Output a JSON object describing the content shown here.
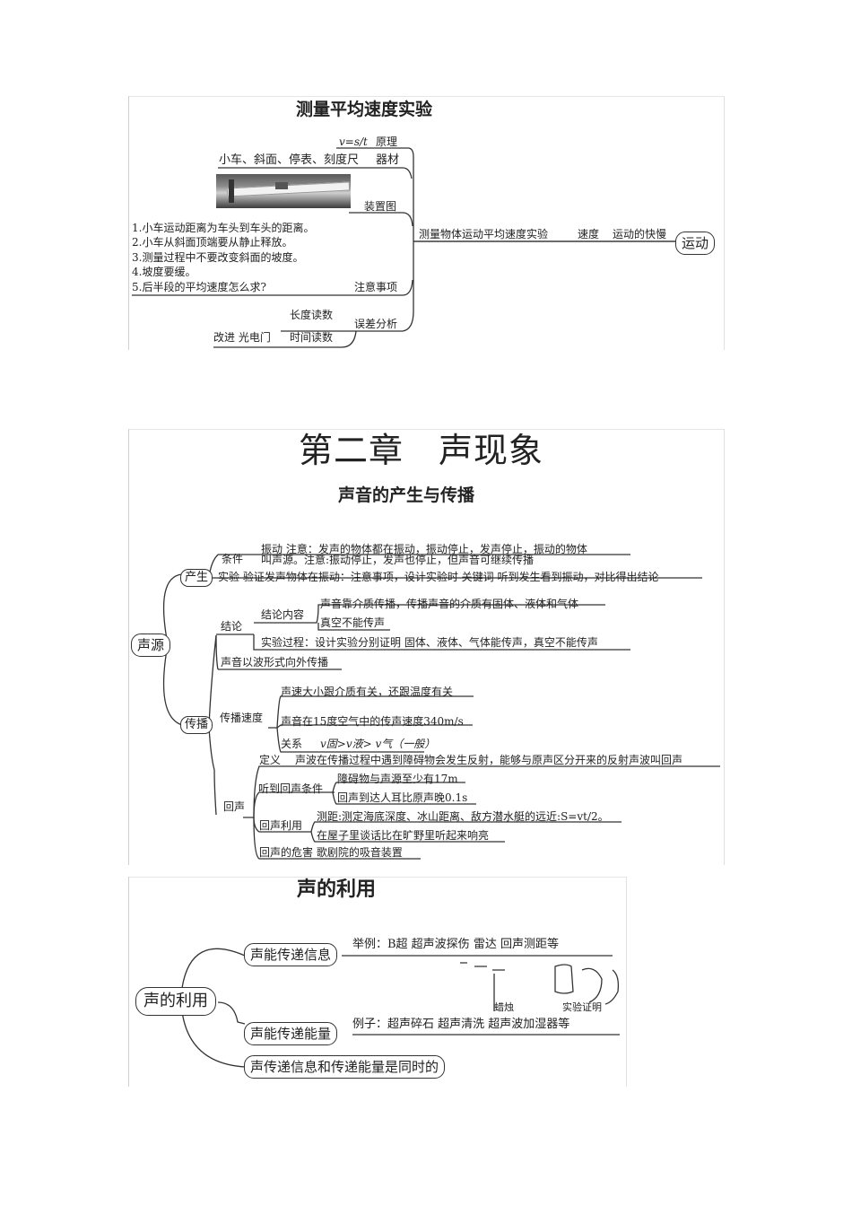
{
  "panel1": {
    "title": "测量平均速度实验",
    "formula": "v=s/t",
    "principle": "原理",
    "equipment_items": "小车、斜面、停表、刻度尺",
    "equipment": "器材",
    "apparatus": "装置图",
    "notes": [
      "1.小车运动距离为车头到车头的距离。",
      "2.小车从斜面顶端要从静止释放。",
      "3.测量过程中不要改变斜面的坡度。",
      "4.坡度要缓。",
      "5.后半段的平均速度怎么求?"
    ],
    "notes_label": "注意事项",
    "length_reading": "长度读数",
    "error_analysis": "误差分析",
    "improve": "改进 光电门",
    "time_reading": "时间读数",
    "center_text": "测量物体运动平均速度实验",
    "speed": "速度",
    "speed_desc": "运动的快慢",
    "root": "运动"
  },
  "panel2": {
    "chapter": "第二章　声现象",
    "subtitle": "声音的产生与传播",
    "root": "声源",
    "produce": "产生",
    "condition": "条件",
    "cond_line1": "振动 注意：发声的物体都在振动，振动停止，发声停止，振动的物体",
    "cond_line2": "叫声源。注意:振动停止，发声也停止，但声音可继续传播",
    "experiment": "实验 验证发声物体在振动：注意事项，设计实验时 关键词 听到发生看到振动，对比得出结论",
    "propagate": "传播",
    "conclusion": "结论",
    "conclusion_content": "结论内容",
    "medium": "声音靠介质传播，传播声音的介质有固体、液体和气体",
    "vacuum": "真空不能传声",
    "process": "实验过程：设计实验分别证明 固体、液体、气体能传声，真空不能传声",
    "wave": "声音以波形式向外传播",
    "speed_label": "传播速度",
    "speed1": "声速大小跟介质有关，还跟温度有关",
    "speed2": "声音在15度空气中的传声速度340m/s",
    "relation_label": "关系",
    "relation": "v固>v液> v气（一般）",
    "echo": "回声",
    "definition_label": "定义",
    "definition": "声波在传播过程中遇到障碍物会发生反射，能够与原声区分开来的反射声波叫回声",
    "hear_condition": "听到回声条件",
    "cond_a": "障碍物与声源至少有17m",
    "cond_b": "回声到达人耳比原声晚0.1s",
    "echo_use": "回声利用",
    "use_a": "测距:测定海底深度、冰山距离、敌方潜水艇的远近:S=vt/2。",
    "use_b": "在屋子里谈话比在旷野里听起来响亮",
    "echo_harm": "回声的危害 歌剧院的吸音装置"
  },
  "panel3": {
    "title": "声的利用",
    "root": "声的利用",
    "info": "声能传递信息",
    "info_examples": "举例：B超 超声波探伤 雷达 回声测距等",
    "candle": "蜡烛",
    "proof": "实验证明",
    "energy": "声能传递能量",
    "energy_examples": "例子：超声碎石 超声清洗 超声波加湿器等",
    "both": "声传递信息和传递能量是同时的"
  }
}
